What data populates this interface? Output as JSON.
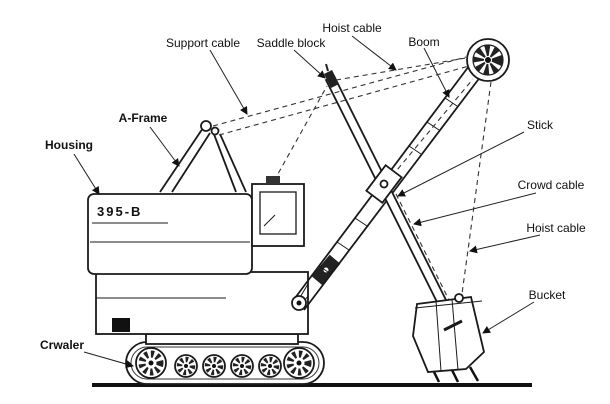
{
  "diagram": {
    "labels": {
      "support_cable": "Support cable",
      "saddle_block": "Saddle block",
      "hoist_cable_top": "Hoist cable",
      "boom": "Boom",
      "a_frame": "A-Frame",
      "housing": "Housing",
      "stick": "Stick",
      "crowd_cable": "Crowd cable",
      "hoist_cable_right": "Hoist cable",
      "bucket": "Bucket",
      "crawler": "Crwaler",
      "model": "395-B"
    }
  }
}
